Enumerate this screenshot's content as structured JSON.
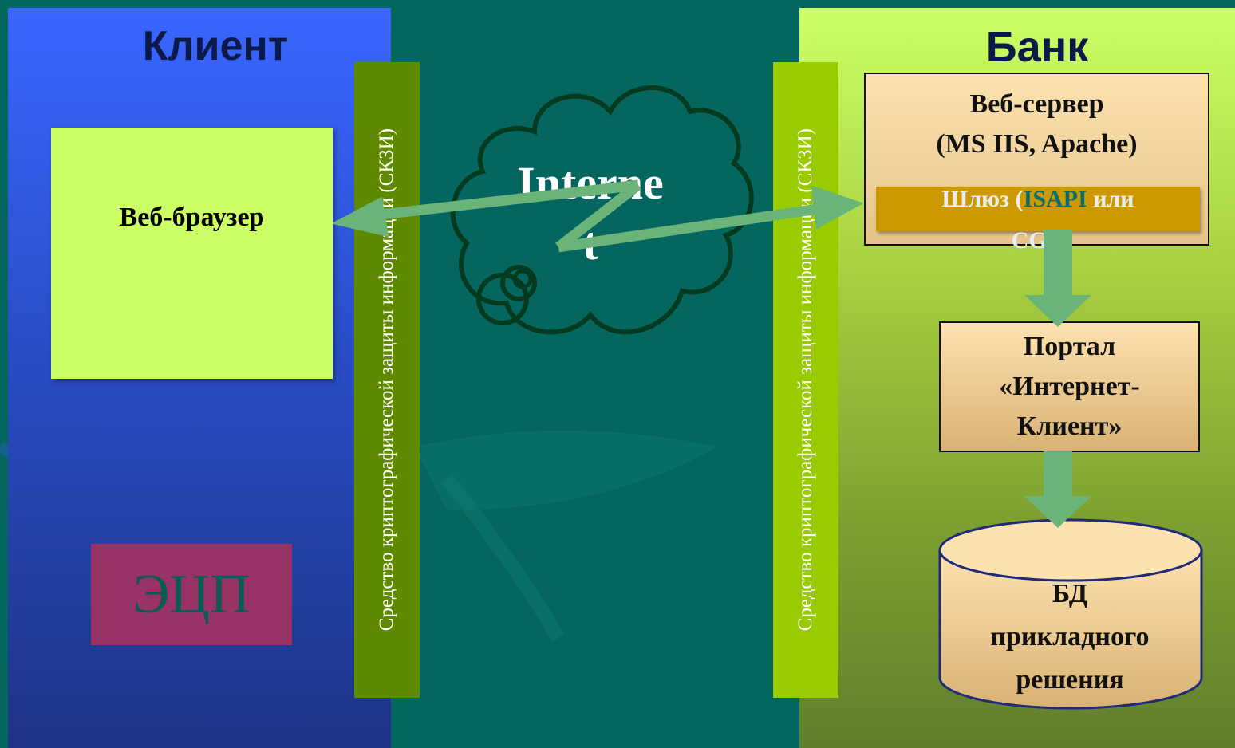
{
  "client": {
    "title": "Клиент",
    "browser_label": "Веб-браузер",
    "ecp_label": "ЭЦП"
  },
  "skzi": {
    "left_label": "Средство криптографической защиты информации (СКЗИ)",
    "right_label": "Средство криптографической защиты информации (СКЗИ)"
  },
  "internet": {
    "label_line1": "Interne",
    "label_line2": "t"
  },
  "bank": {
    "title": "Банк",
    "webserver_line1": "Веб-сервер",
    "webserver_line2": "(MS IIS, Apache)",
    "gateway_prefix": "Шлюз (",
    "gateway_isapi": "ISAPI",
    "gateway_middle": " или",
    "gateway_cgi": "CGI)",
    "portal_line1": "Портал",
    "portal_line2": "«Интернет-",
    "portal_line3": "Клиент»",
    "db_line1": "БД",
    "db_line2": "прикладного",
    "db_line3": "решения"
  },
  "colors": {
    "client_panel": "#3a66ff",
    "bank_panel": "#ccff66",
    "background": "#04665f",
    "browser_box": "#ccff66",
    "ecp_box": "#993366",
    "gateway_box": "#cc9900",
    "arrow": "#6ab47a"
  }
}
